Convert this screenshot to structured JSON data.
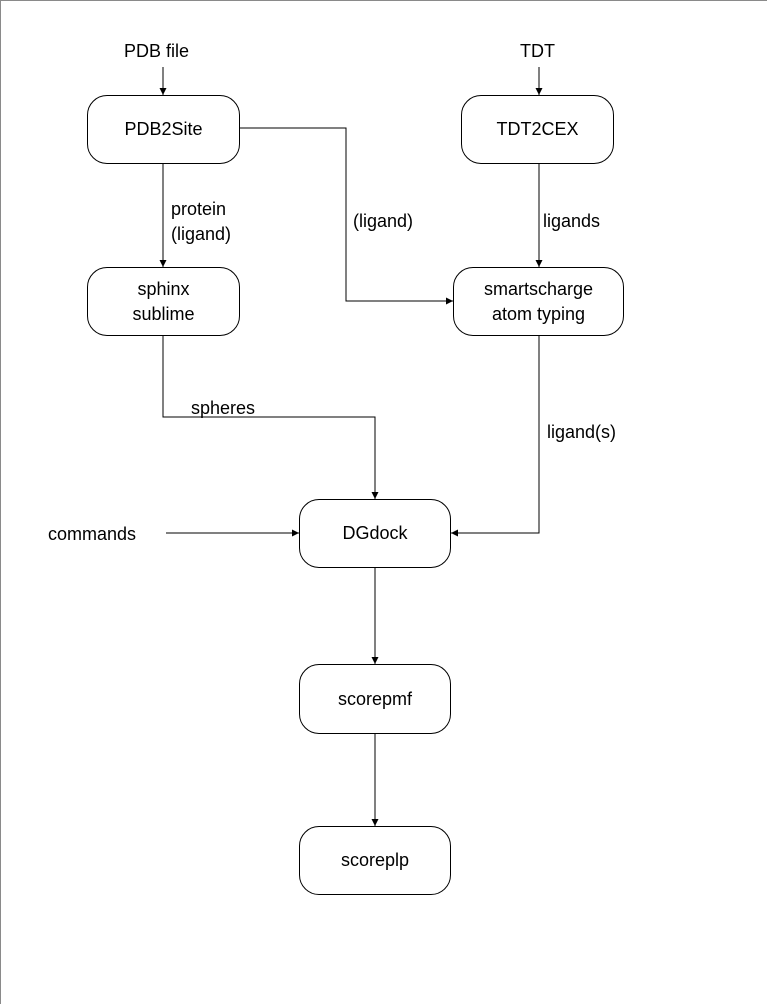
{
  "inputs": {
    "pdb_file": "PDB file",
    "tdt": "TDT",
    "commands": "commands"
  },
  "nodes": {
    "pdb2site": [
      "PDB2Site"
    ],
    "tdt2cex": [
      "TDT2CEX"
    ],
    "sphinx_sublime": [
      "sphinx",
      "sublime"
    ],
    "smartscharge": [
      "smartscharge",
      "atom typing"
    ],
    "dgdock": [
      "DGdock"
    ],
    "scorepmf": [
      "scorepmf"
    ],
    "scoreplp": [
      "scoreplp"
    ]
  },
  "edge_labels": {
    "protein_ligand": [
      "protein",
      "(ligand)"
    ],
    "ligand_opt": "(ligand)",
    "ligands": "ligands",
    "spheres": "spheres",
    "ligand_s": "ligand(s)"
  }
}
